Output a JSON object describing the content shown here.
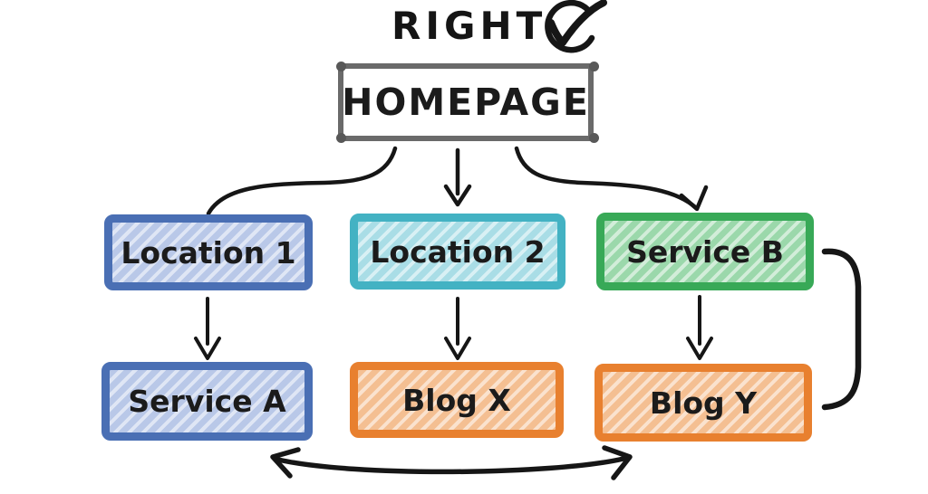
{
  "diagram": {
    "heading": "RIGHT",
    "heading_icon": "check-circle-icon",
    "root": {
      "label": "HOMEPAGE",
      "border": "#6a6a6a",
      "fill": "#ffffff"
    },
    "level1": [
      {
        "label": "Location 1",
        "border": "#4a6fb4",
        "fill": "#b9c8e8"
      },
      {
        "label": "Location 2",
        "border": "#43b2c3",
        "fill": "#a9dde6"
      },
      {
        "label": "Service B",
        "border": "#38a957",
        "fill": "#9bd8ab"
      }
    ],
    "level2": [
      {
        "label": "Service A",
        "border": "#4a6fb4",
        "fill": "#b9c8e8"
      },
      {
        "label": "Blog X",
        "border": "#e8802f",
        "fill": "#f4bf92"
      },
      {
        "label": "Blog Y",
        "border": "#e8802f",
        "fill": "#f4bf92"
      }
    ],
    "connections": [
      {
        "from": "HOMEPAGE",
        "to": "Location 1",
        "type": "curved-line"
      },
      {
        "from": "HOMEPAGE",
        "to": "Location 2",
        "type": "arrow"
      },
      {
        "from": "HOMEPAGE",
        "to": "Service B",
        "type": "curved-arrow"
      },
      {
        "from": "Location 1",
        "to": "Service A",
        "type": "arrow"
      },
      {
        "from": "Location 2",
        "to": "Blog X",
        "type": "arrow"
      },
      {
        "from": "Service B",
        "to": "Blog Y",
        "type": "arrow"
      },
      {
        "from": "Service B",
        "to": "Blog Y",
        "type": "side-bracket"
      },
      {
        "from": "Service A",
        "to": "Blog Y",
        "type": "double-headed-curved-arrow"
      }
    ],
    "ink_color": "#161616"
  }
}
